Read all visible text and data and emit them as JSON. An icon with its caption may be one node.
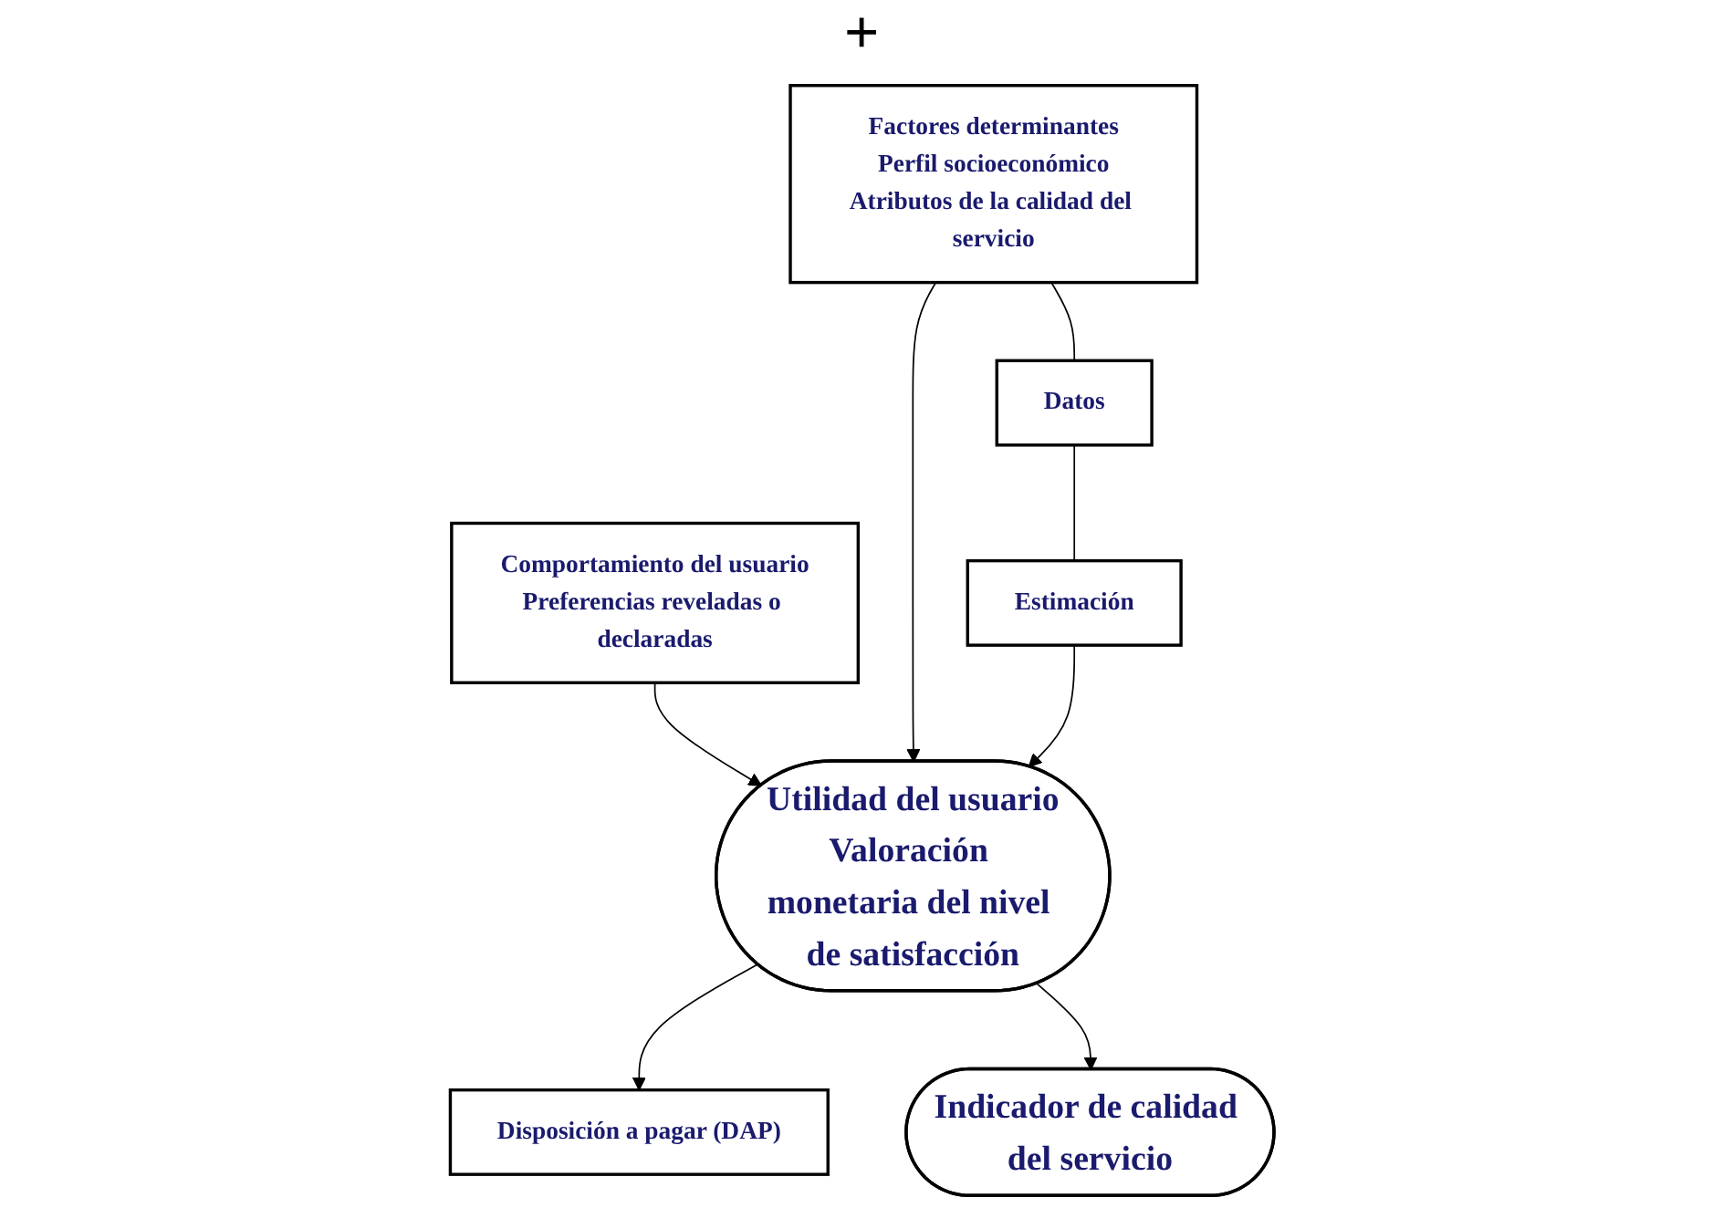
{
  "diagram": {
    "nodes": [
      {
        "text": [
          "Comportamiento del usuario",
          "Preferencias reveladas o declaradas"
        ]
      },
      {
        "text": [
          "Factores determinantes",
          "Perfil socioeconómico",
          "Atributos de la calidad del servicio"
        ]
      },
      {
        "text": [
          "Datos"
        ]
      },
      {
        "text": [
          "Estimación"
        ]
      },
      {
        "text": [
          "Utilidad del usuario",
          "Valoración monetaria del nivel de satisfacción"
        ]
      },
      {
        "text": [
          "Disposición a pagar (DAP)"
        ]
      },
      {
        "text": [
          "Indicador de calidad del servicio"
        ]
      }
    ],
    "edges": [
      {
        "from": 0,
        "to": 4,
        "arrow": "to"
      },
      {
        "from": 1,
        "to": 4,
        "arrow": "to"
      },
      {
        "from": 1,
        "to": 2,
        "arrow": "none"
      },
      {
        "from": 2,
        "to": 3,
        "arrow": "none"
      },
      {
        "from": 3,
        "to": 4,
        "arrow": "to"
      },
      {
        "from": 4,
        "to": 5,
        "arrow": "to"
      },
      {
        "from": 4,
        "to": 6,
        "arrow": "to"
      }
    ],
    "labels": [
      "+"
    ]
  }
}
